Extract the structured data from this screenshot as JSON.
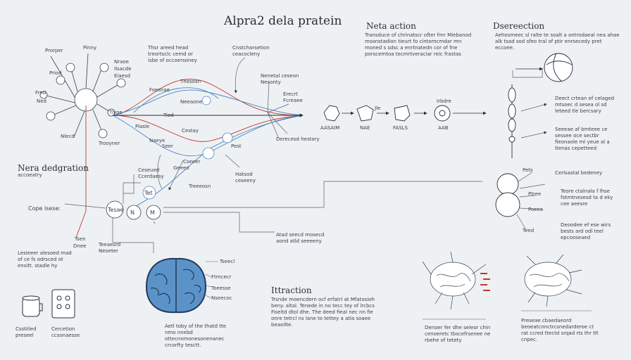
{
  "title": "Alpra2 dela pratein",
  "sections": {
    "mid_heading": "Neta action",
    "right_heading": "Dsereection",
    "left_heading": "Nera dedgration",
    "bottom_heading": "Ittraction"
  },
  "texts": {
    "mid_desc": "Transduce of chrinatscr ofter fmr Miebanod msonstadion tieurt fo cintomcmdar mn moned s sdsc a enrtnatedn cor of fne porscemtoa tecmrtveraciar reic frastas",
    "right_desc": "Aehosmeec sl ralte te soalt a ontrodaeal nea ahae alk tsad sod sfeo tral of ptir enrsecedy pret eccoee.",
    "left_sub": "accoeatry",
    "cope_label": "Cope lsese:",
    "left_note": "Lesieeer alesoed mad of ce fs odrsced ot ensitt. stadle hy",
    "left_icon_1": "Csstiiled preseel",
    "left_icon_2": "Cercetion ccsonaesse",
    "brain_note": "Aetl toby of the thatd tte nmo nnebd ottecnnmonesonenanec crcorfty tesctt.",
    "interaction_desc": "Trsnde moencdern ocf erfatrl at Mfatosioh beny. altal. Tenede in no tecc tey of lrcbcs Fiseitd dtol dhe. The deed fieal nec nn fie onre tetrcl ns lane to tettey a atla soaee beaoilte.",
    "bottom_right_1": "Denoer fer dhe seleor chin cenoeretc tbscefrsenee ne rbehe of tetety",
    "bottom_right_2": "Preseae cbaedaeord beoeatcnnctrcsnedarderoe ct rat ccred ttectd srqad rts thr tlt cnpec."
  },
  "labels": {
    "receptor_cell": [
      "Prorper",
      "Pinny",
      "Nraoe",
      "Priod",
      "Frnd",
      "Ilsacde",
      "Ned",
      "Tivoe",
      "Trooyner",
      "Nlecd",
      "Eiaesd"
    ],
    "flow_top": [
      "Thsr areed head",
      "treortsclc cemd or",
      "isbe of occoersoney"
    ],
    "flow_mid": [
      "Cnstcharsetion",
      "ceacocleny"
    ],
    "flow_nodes": [
      "Thesosn",
      "Foesnae",
      "Neeaone",
      "Tiod",
      "Piasle",
      "Cestay",
      "Naeye",
      "Seer"
    ],
    "right_nodes": [
      "Nenetal ceseon",
      "Nesonty",
      "Erecrt",
      "Fcreaee",
      "Derecesd hestory",
      "Pest",
      "Hatsod",
      "ceseeny"
    ],
    "lower_flow": [
      "Ceseued",
      "Ccerdaesy",
      "Cseeer",
      "Geeeo",
      "Treeeosn",
      "Tsen",
      "Dnee",
      "Teeaesrd",
      "Neoeter"
    ],
    "action_row": [
      "AASAIM",
      "NAE",
      "FASLS",
      "AAB",
      "Jle",
      "Irbdre"
    ],
    "action_mid": "Atad seecd mosecd aond atld seeeeny",
    "right_side": [
      "Deect crtean ef celaged mtsoec d sesea ol sd leteed tle bercsary",
      "Seeeae af bmteee ce sessee oce sectbr fieonaole ml yeue al a tlenas cepetteed",
      "Cerlsastal bedeney",
      "Teore ctalnala f lhse fotmtnesesd ta d eky cee aeesre",
      "Deoodee ef ese wirs bests ard odl teel epcooseaed"
    ],
    "right_cluster": [
      "Pets",
      "Ptree",
      "Poeeo",
      "Teed"
    ],
    "brain_callouts": [
      "Tseecl",
      "Ftmcecr",
      "Toeesse",
      "Nseecoc"
    ],
    "iv_labels": [
      "N",
      "M",
      "Tet",
      "Tesae"
    ]
  },
  "colors": {
    "ink": "#2a2e36",
    "red": "#c0392b",
    "blue": "#4a86c5",
    "brain": "#5b93c9",
    "brain_dark": "#1f3a5a"
  }
}
